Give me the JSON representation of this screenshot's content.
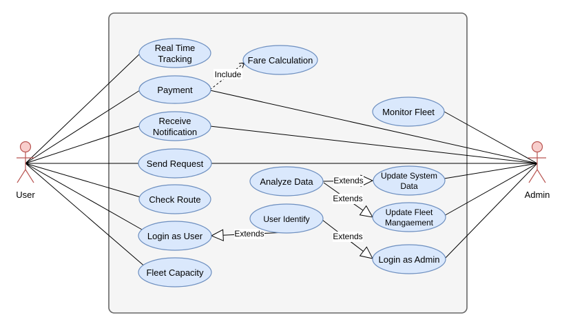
{
  "diagram": {
    "actors": {
      "user": "User",
      "admin": "Admin"
    },
    "use_cases": {
      "real_time_tracking": [
        "Real Time",
        "Tracking"
      ],
      "fare_calculation": "Fare Calculation",
      "payment": "Payment",
      "monitor_fleet": "Monitor Fleet",
      "receive_notification": [
        "Receive",
        "Notification"
      ],
      "send_request": "Send Request",
      "analyze_data": "Analyze Data",
      "update_system_data": [
        "Update System",
        "Data"
      ],
      "check_route": "Check Route",
      "user_identify": "User Identify",
      "update_fleet_management": [
        "Update Fleet",
        "Mangaement"
      ],
      "login_as_user": "Login as User",
      "login_as_admin": "Login as Admin",
      "fleet_capacity": "Fleet Capacity"
    },
    "relations": {
      "include": "Include",
      "extends": "Extends"
    }
  }
}
